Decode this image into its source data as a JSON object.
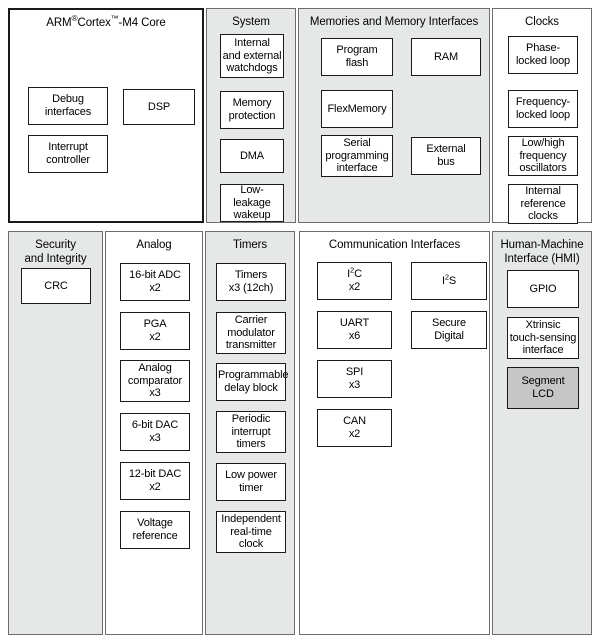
{
  "diagram": {
    "title": "Kinetis K-series MCU block diagram",
    "colors": {
      "panel_shaded": "#e6e8e8",
      "panel_white": "#ffffff",
      "block_border": "#1a1a1a",
      "block_highlight": "#c6c6c6",
      "panel_border": "#6d6d6d"
    },
    "panels": [
      {
        "id": "arm-core",
        "title_html": "ARM<sup class=\"sup-reg\">®</sup>Cortex<sup>™</sup>-M4",
        "title_line1": "ARM®Cortex™-M4",
        "title_line2": "Core",
        "shaded": false,
        "blocks": [
          {
            "id": "debug-interfaces",
            "lines": [
              "Debug",
              "interfaces"
            ],
            "highlight": false
          },
          {
            "id": "dsp",
            "lines": [
              "DSP"
            ],
            "highlight": false
          },
          {
            "id": "interrupt-controller",
            "lines": [
              "Interrupt",
              "controller"
            ],
            "highlight": false
          }
        ]
      },
      {
        "id": "system",
        "title_line1": "System",
        "title_line2": "",
        "shaded": true,
        "blocks": [
          {
            "id": "watchdogs",
            "lines": [
              "Internal",
              "and external",
              "watchdogs"
            ],
            "highlight": false
          },
          {
            "id": "memory-protection",
            "lines": [
              "Memory",
              "protection"
            ],
            "highlight": false
          },
          {
            "id": "dma",
            "lines": [
              "DMA"
            ],
            "highlight": false
          },
          {
            "id": "low-leakage-wakeup",
            "lines": [
              "Low-leakage",
              "wakeup"
            ],
            "highlight": false
          }
        ]
      },
      {
        "id": "memories",
        "title_line1": "Memories and Memory Interfaces",
        "title_line2": "",
        "shaded": true,
        "blocks": [
          {
            "id": "program-flash",
            "lines": [
              "Program",
              "flash"
            ],
            "highlight": false
          },
          {
            "id": "ram",
            "lines": [
              "RAM"
            ],
            "highlight": false
          },
          {
            "id": "flexmemory",
            "lines": [
              "FlexMemory"
            ],
            "highlight": false
          },
          {
            "id": "serial-programming-interface",
            "lines": [
              "Serial",
              "programming",
              "interface"
            ],
            "highlight": false
          },
          {
            "id": "external-bus",
            "lines": [
              "External",
              "bus"
            ],
            "highlight": false
          }
        ]
      },
      {
        "id": "clocks",
        "title_line1": "Clocks",
        "title_line2": "",
        "shaded": false,
        "blocks": [
          {
            "id": "phase-locked-loop",
            "lines": [
              "Phase-",
              "locked loop"
            ],
            "highlight": false
          },
          {
            "id": "frequency-locked-loop",
            "lines": [
              "Frequency-",
              "locked loop"
            ],
            "highlight": false
          },
          {
            "id": "low-high-frequency-oscillators",
            "lines": [
              "Low/high",
              "frequency",
              "oscillators"
            ],
            "highlight": false
          },
          {
            "id": "internal-reference-clocks",
            "lines": [
              "Internal",
              "reference",
              "clocks"
            ],
            "highlight": false
          }
        ]
      },
      {
        "id": "security-integrity",
        "title_line1": "Security",
        "title_line2": "and Integrity",
        "shaded": true,
        "blocks": [
          {
            "id": "crc",
            "lines": [
              "CRC"
            ],
            "highlight": false
          }
        ]
      },
      {
        "id": "analog",
        "title_line1": "Analog",
        "title_line2": "",
        "shaded": false,
        "blocks": [
          {
            "id": "adc-16bit",
            "lines": [
              "16-bit ADC",
              "x2"
            ],
            "highlight": false
          },
          {
            "id": "pga",
            "lines": [
              "PGA",
              "x2"
            ],
            "highlight": false
          },
          {
            "id": "analog-comparator",
            "lines": [
              "Analog",
              "comparator",
              "x3"
            ],
            "highlight": false
          },
          {
            "id": "dac-6bit",
            "lines": [
              "6-bit DAC",
              "x3"
            ],
            "highlight": false
          },
          {
            "id": "dac-12bit",
            "lines": [
              "12-bit DAC",
              "x2"
            ],
            "highlight": false
          },
          {
            "id": "voltage-reference",
            "lines": [
              "Voltage",
              "reference"
            ],
            "highlight": false
          }
        ]
      },
      {
        "id": "timers",
        "title_line1": "Timers",
        "title_line2": "",
        "shaded": true,
        "blocks": [
          {
            "id": "timers",
            "lines": [
              "Timers",
              "x3 (12ch)"
            ],
            "highlight": false
          },
          {
            "id": "carrier-modulator-transmitter",
            "lines": [
              "Carrier",
              "modulator",
              "transmitter"
            ],
            "highlight": false
          },
          {
            "id": "programmable-delay-block",
            "lines": [
              "Programmable",
              "delay block"
            ],
            "highlight": false
          },
          {
            "id": "periodic-interrupt-timers",
            "lines": [
              "Periodic",
              "interrupt",
              "timers"
            ],
            "highlight": false
          },
          {
            "id": "low-power-timer",
            "lines": [
              "Low power",
              "timer"
            ],
            "highlight": false
          },
          {
            "id": "independent-real-time-clock",
            "lines": [
              "Independent",
              "real-time",
              "clock"
            ],
            "highlight": false
          }
        ]
      },
      {
        "id": "communication-interfaces",
        "title_line1": "Communication Interfaces",
        "title_line2": "",
        "shaded": false,
        "blocks": [
          {
            "id": "i2c",
            "lines": [
              "I²C",
              "x2"
            ],
            "highlight": false
          },
          {
            "id": "i2s",
            "lines": [
              "I²S"
            ],
            "highlight": false
          },
          {
            "id": "uart",
            "lines": [
              "UART",
              "x6"
            ],
            "highlight": false
          },
          {
            "id": "secure-digital",
            "lines": [
              "Secure",
              "Digital"
            ],
            "highlight": false
          },
          {
            "id": "spi",
            "lines": [
              "SPI",
              "x3"
            ],
            "highlight": false
          },
          {
            "id": "can",
            "lines": [
              "CAN",
              "x2"
            ],
            "highlight": false
          }
        ]
      },
      {
        "id": "hmi",
        "title_line1": "Human-Machine",
        "title_line2": "Interface (HMI)",
        "shaded": true,
        "blocks": [
          {
            "id": "gpio",
            "lines": [
              "GPIO"
            ],
            "highlight": false
          },
          {
            "id": "xtrinsic-touch-sensing-interface",
            "lines": [
              "Xtrinsic",
              "touch-sensing",
              "interface"
            ],
            "highlight": false
          },
          {
            "id": "segment-lcd",
            "lines": [
              "Segment",
              "LCD"
            ],
            "highlight": true
          }
        ]
      }
    ]
  }
}
